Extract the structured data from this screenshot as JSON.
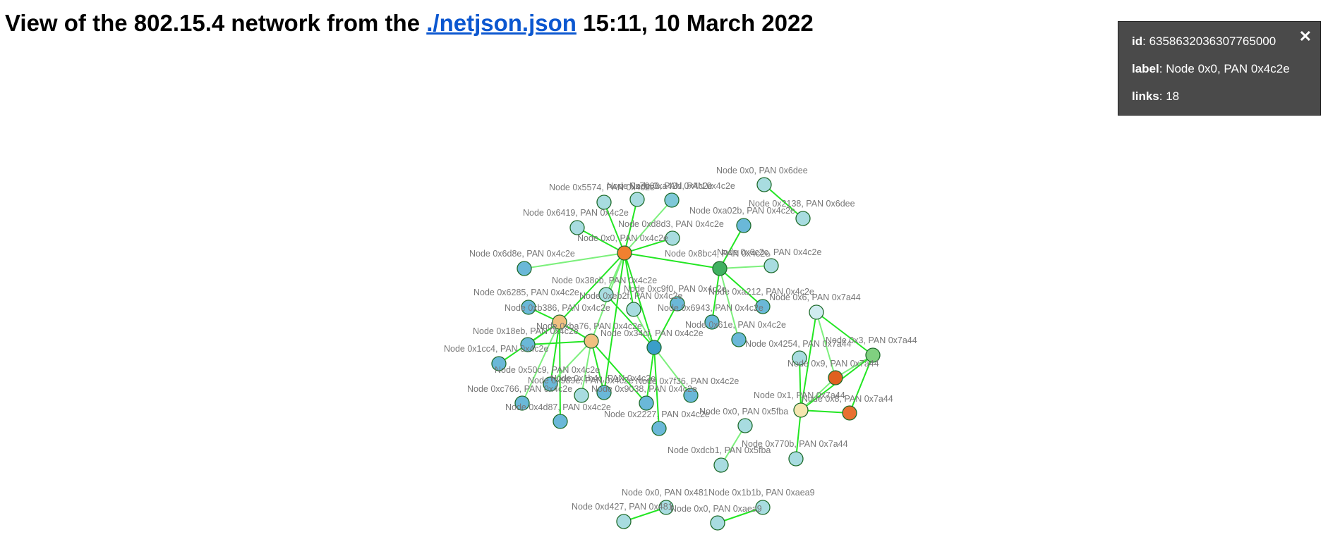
{
  "header": {
    "prefix": "View of the 802.15.4 network from the ",
    "link_text": "./netjson.json",
    "timestamp": "15:11, 10 March 2022"
  },
  "info_panel": {
    "id_key": "id",
    "id_value": "6358632036307765000",
    "label_key": "label",
    "label_value": "Node 0x0, PAN 0x4c2e",
    "links_key": "links",
    "links_value": "18",
    "close_glyph": "✕"
  },
  "colors": {
    "link": "#22e622",
    "link_light": "#7cf07c",
    "node_stroke": "#1e6b2b",
    "label": "#777777",
    "panel_bg": "#4a4a4a"
  },
  "graph": {
    "nodes": [
      {
        "id": "n_c",
        "label": "Node 0x0, PAN 0x4c2e",
        "color": "#f08030"
      },
      {
        "id": "n_5574",
        "label": "Node 0x5574, PAN 0x4c2e",
        "color": "#a8dce0"
      },
      {
        "id": "n_7066",
        "label": "Node 0x7066, PAN 0x4c2e",
        "color": "#a8dce0"
      },
      {
        "id": "n_a42d",
        "label": "Node 0xa42d, PAN 0x4c2e",
        "color": "#7ec8d8"
      },
      {
        "id": "n_6419",
        "label": "Node 0x6419, PAN 0x4c2e",
        "color": "#a8dce0"
      },
      {
        "id": "n_d8d3",
        "label": "Node 0xd8d3, PAN 0x4c2e",
        "color": "#a8dce0"
      },
      {
        "id": "n_6d8e",
        "label": "Node 0x6d8e, PAN 0x4c2e",
        "color": "#6ab8d8"
      },
      {
        "id": "n_38cb",
        "label": "Node 0x38cb, PAN 0x4c2e",
        "color": "#a8dce0"
      },
      {
        "id": "n_6285",
        "label": "Node 0x6285, PAN 0x4c2e",
        "color": "#6ab8d8"
      },
      {
        "id": "n_eb2f",
        "label": "Node 0xeb2f, PAN 0x4c2e",
        "color": "#a8dce0"
      },
      {
        "id": "n_c9f0",
        "label": "Node 0xc9f0, PAN 0x4c2e",
        "color": "#6ab8d8"
      },
      {
        "id": "n_b386",
        "label": "Node 0xb386, PAN 0x4c2e",
        "color": "#f0c080"
      },
      {
        "id": "n_ba76",
        "label": "Node 0xba76, PAN 0x4c2e",
        "color": "#f0c080"
      },
      {
        "id": "n_34cf",
        "label": "Node 0x34cf, PAN 0x4c2e",
        "color": "#3a9ec8"
      },
      {
        "id": "n_18eb",
        "label": "Node 0x18eb, PAN 0x4c2e",
        "color": "#6ab8d8"
      },
      {
        "id": "n_1cc4",
        "label": "Node 0x1cc4, PAN 0x4c2e",
        "color": "#6ab8d8"
      },
      {
        "id": "n_50c9",
        "label": "Node 0x50c9, PAN 0x4c2e",
        "color": "#6ab8d8"
      },
      {
        "id": "n_1b4c",
        "label": "Node 0x1b4c, PAN 0x4c2e",
        "color": "#a8dce0"
      },
      {
        "id": "n_989e",
        "label": "Node 0x989e, PAN 0x4c2e",
        "color": "#6ab8d8"
      },
      {
        "id": "n_7f36",
        "label": "Node 0x7f36, PAN 0x4c2e",
        "color": "#6ab8d8"
      },
      {
        "id": "n_9038",
        "label": "Node 0x9038, PAN 0x4c2e",
        "color": "#6ab8d8"
      },
      {
        "id": "n_c766",
        "label": "Node 0xc766, PAN 0x4c2e",
        "color": "#6ab8d8"
      },
      {
        "id": "n_4d87",
        "label": "Node 0x4d87, PAN 0x4c2e",
        "color": "#6ab8d8"
      },
      {
        "id": "n_2227",
        "label": "Node 0x2227, PAN 0x4c2e",
        "color": "#6ab8d8"
      },
      {
        "id": "n_6943",
        "label": "Node 0x6943, PAN 0x4c2e",
        "color": "#6ab8d8"
      },
      {
        "id": "n_61e",
        "label": "Node 0x61e, PAN 0x4c2e",
        "color": "#6ab8d8"
      },
      {
        "id": "n_8bc4",
        "label": "Node 0x8bc4, PAN 0x4c2e",
        "color": "#40b060"
      },
      {
        "id": "n_a02b",
        "label": "Node 0xa02b, PAN 0x4c2e",
        "color": "#6ab8d8"
      },
      {
        "id": "n_6c2c",
        "label": "Node 0x6c2c, PAN 0x4c2e",
        "color": "#a8dce0"
      },
      {
        "id": "n_a212",
        "label": "Node 0xa212, PAN 0x4c2e",
        "color": "#6ab8d8"
      },
      {
        "id": "n_6dee",
        "label": "Node 0x0, PAN 0x6dee",
        "color": "#a8dce0"
      },
      {
        "id": "n_2138",
        "label": "Node 0x2138, PAN 0x6dee",
        "color": "#a8dce0"
      },
      {
        "id": "n_6",
        "label": "Node 0x6, PAN 0x7a44",
        "color": "#d0ecf0"
      },
      {
        "id": "n_4254",
        "label": "Node 0x4254, PAN 0x7a44",
        "color": "#a8dce0"
      },
      {
        "id": "n_3",
        "label": "Node 0x3, PAN 0x7a44",
        "color": "#80d080"
      },
      {
        "id": "n_9",
        "label": "Node 0x9, PAN 0x7a44",
        "color": "#e06020"
      },
      {
        "id": "n_1",
        "label": "Node 0x1, PAN 0x7a44",
        "color": "#f5e6b0"
      },
      {
        "id": "n_8",
        "label": "Node 0x8, PAN 0x7a44",
        "color": "#e87030"
      },
      {
        "id": "n_770b",
        "label": "Node 0x770b, PAN 0x7a44",
        "color": "#a8dce0"
      },
      {
        "id": "n_5fba",
        "label": "Node 0x0, PAN 0x5fba",
        "color": "#a8dce0"
      },
      {
        "id": "n_dcb1",
        "label": "Node 0xdcb1, PAN 0x5fba",
        "color": "#a8dce0"
      },
      {
        "id": "n_481",
        "label": "Node 0x0, PAN 0x481",
        "color": "#a8dce0"
      },
      {
        "id": "n_d427",
        "label": "Node 0xd427, PAN 0x481",
        "color": "#a8dce0"
      },
      {
        "id": "n_1b1b",
        "label": "Node 0x1b1b, PAN 0xaea9",
        "color": "#a8dce0"
      },
      {
        "id": "n_aea9",
        "label": "Node 0x0, PAN 0xaea9",
        "color": "#a8dce0"
      }
    ],
    "links": [
      [
        "n_c",
        "n_5574"
      ],
      [
        "n_c",
        "n_7066"
      ],
      [
        "n_c",
        "n_a42d"
      ],
      [
        "n_c",
        "n_6419"
      ],
      [
        "n_c",
        "n_d8d3"
      ],
      [
        "n_c",
        "n_38cb"
      ],
      [
        "n_c",
        "n_eb2f"
      ],
      [
        "n_c",
        "n_b386"
      ],
      [
        "n_c",
        "n_ba76"
      ],
      [
        "n_c",
        "n_34cf"
      ],
      [
        "n_c",
        "n_8bc4"
      ],
      [
        "n_c",
        "n_6d8e"
      ],
      [
        "n_c",
        "n_989e"
      ],
      [
        "n_b386",
        "n_6285"
      ],
      [
        "n_b386",
        "n_18eb"
      ],
      [
        "n_b386",
        "n_1cc4"
      ],
      [
        "n_b386",
        "n_50c9"
      ],
      [
        "n_b386",
        "n_c766"
      ],
      [
        "n_b386",
        "n_4d87"
      ],
      [
        "n_b386",
        "n_ba76"
      ],
      [
        "n_ba76",
        "n_1b4c"
      ],
      [
        "n_ba76",
        "n_9038"
      ],
      [
        "n_ba76",
        "n_989e"
      ],
      [
        "n_ba76",
        "n_50c9"
      ],
      [
        "n_ba76",
        "n_18eb"
      ],
      [
        "n_34cf",
        "n_c9f0"
      ],
      [
        "n_34cf",
        "n_7f36"
      ],
      [
        "n_34cf",
        "n_2227"
      ],
      [
        "n_34cf",
        "n_9038"
      ],
      [
        "n_34cf",
        "n_eb2f"
      ],
      [
        "n_34cf",
        "n_38cb"
      ],
      [
        "n_8bc4",
        "n_a02b"
      ],
      [
        "n_8bc4",
        "n_6c2c"
      ],
      [
        "n_8bc4",
        "n_a212"
      ],
      [
        "n_8bc4",
        "n_6943"
      ],
      [
        "n_8bc4",
        "n_61e"
      ],
      [
        "n_6dee",
        "n_2138"
      ],
      [
        "n_6",
        "n_3"
      ],
      [
        "n_6",
        "n_9"
      ],
      [
        "n_6",
        "n_1"
      ],
      [
        "n_4254",
        "n_1"
      ],
      [
        "n_3",
        "n_9"
      ],
      [
        "n_3",
        "n_1"
      ],
      [
        "n_3",
        "n_8"
      ],
      [
        "n_9",
        "n_1"
      ],
      [
        "n_1",
        "n_8"
      ],
      [
        "n_1",
        "n_770b"
      ],
      [
        "n_5fba",
        "n_dcb1"
      ],
      [
        "n_481",
        "n_d427"
      ],
      [
        "n_1b1b",
        "n_aea9"
      ]
    ]
  }
}
